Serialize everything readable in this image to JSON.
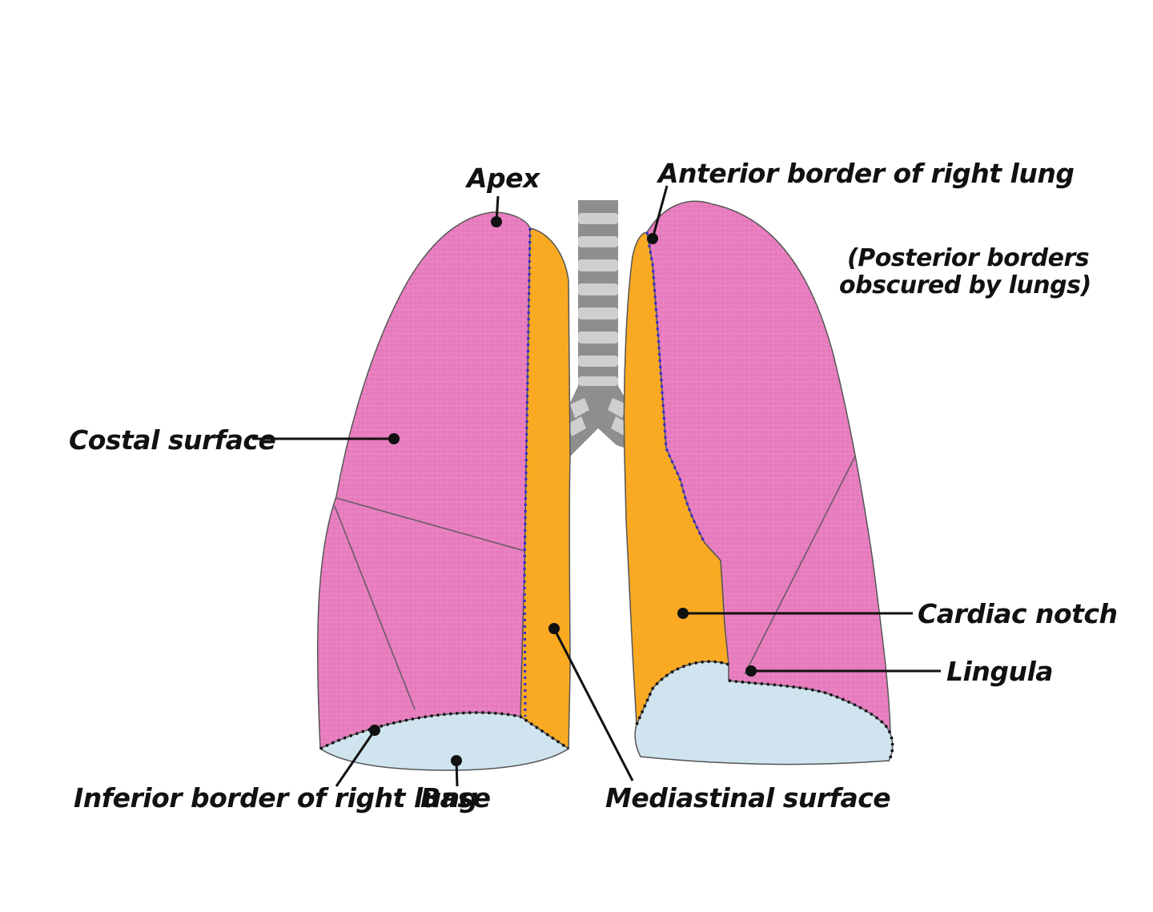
{
  "labels": {
    "apex": "Apex",
    "anterior_border": "Anterior border of right lung",
    "posterior_note_line1": "(Posterior borders",
    "posterior_note_line2": "obscured by lungs)",
    "costal_surface": "Costal surface",
    "cardiac_notch": "Cardiac notch",
    "lingula": "Lingula",
    "inferior_border": "Inferior border of right lung",
    "base": "Base",
    "mediastinal_surface": "Mediastinal surface"
  },
  "colors": {
    "costal": "#e97cbf",
    "mediastinal": "#f9aa22",
    "base": "#cfe4ef",
    "trachea_dark": "#8e8e8e",
    "trachea_light": "#cfcfcf",
    "outline": "#555555",
    "anterior_border_dots": "#3a2ad6",
    "inferior_border_dots": "#111111"
  }
}
